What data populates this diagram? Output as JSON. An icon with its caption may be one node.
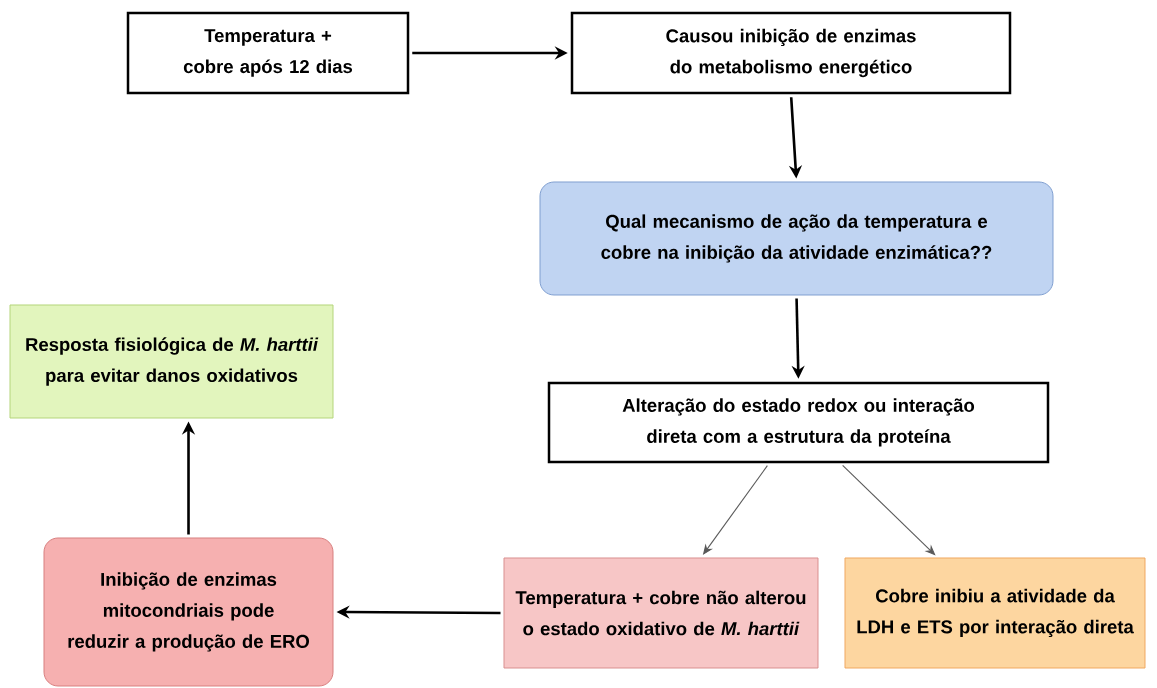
{
  "diagram": {
    "nodes": [
      {
        "text": [
          "Temperatura + cobre após 12 dias"
        ]
      },
      {
        "text": [
          "Causou inibição de enzimas do metabolismo energético"
        ]
      },
      {
        "text": [
          "Qual mecanismo de ação da temperatura e cobre na inibição da atividade enzimática??"
        ]
      },
      {
        "text": [
          "Alteração do estado redox ou interação direta com a estrutura da proteína"
        ]
      },
      {
        "text": [
          "Temperatura + cobre não alterou o estado oxidativo de *M. harttii*"
        ]
      },
      {
        "text": [
          "Cobre inibiu a atividade da LDH e ETS por interação direta"
        ]
      },
      {
        "text": [
          "Inibição de enzimas mitocondriais pode reduzir a produção de ERO"
        ]
      },
      {
        "text": [
          "Resposta fisiológica de *M. harttii* para evitar danos oxidativos"
        ]
      }
    ],
    "edges": [
      {
        "from": 0,
        "to": 1,
        "arrow": "to"
      },
      {
        "from": 1,
        "to": 2,
        "arrow": "to"
      },
      {
        "from": 2,
        "to": 3,
        "arrow": "to"
      },
      {
        "from": 3,
        "to": 4,
        "arrow": "to",
        "color": "#595959"
      },
      {
        "from": 3,
        "to": 5,
        "arrow": "to",
        "color": "#595959"
      },
      {
        "from": 4,
        "to": 6,
        "arrow": "to"
      },
      {
        "from": 6,
        "to": 7,
        "arrow": "to"
      }
    ]
  }
}
